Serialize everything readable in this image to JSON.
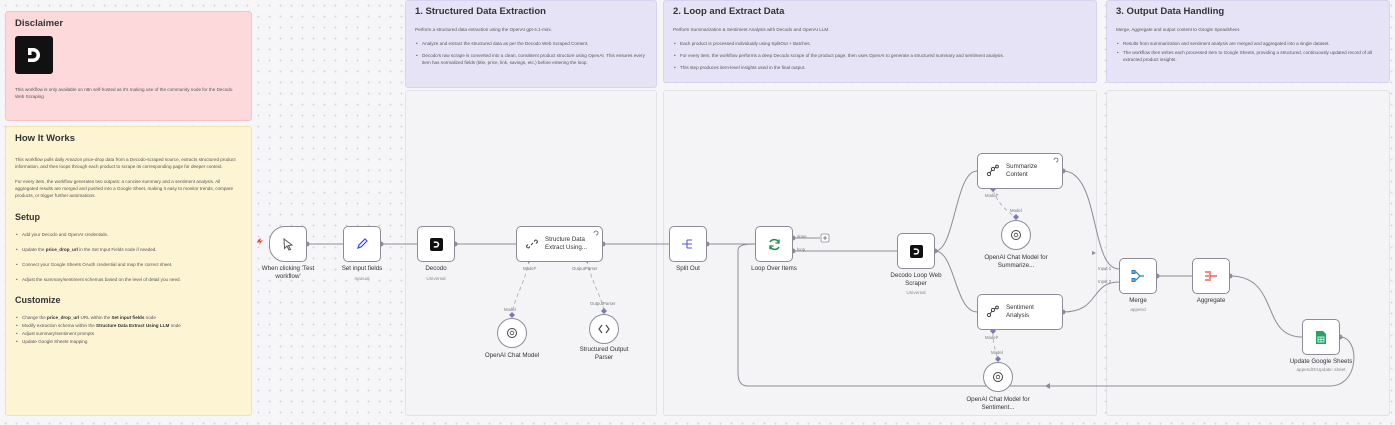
{
  "sticky_notes": {
    "disclaimer": {
      "title": "Disclaimer",
      "body": "This workflow is only available on n8n self-hosted as it's making use of the community node for the Decodo Web Scraping"
    },
    "how_it_works": {
      "title": "How It Works",
      "para1": "This workflow pulls daily Amazon price-drop data from a Decodo-scraped source, extracts structured product information, and then loops through each product to scrape its corresponding page for deeper context.",
      "para2": "For every item, the workflow generates two outputs: a concise summary and a sentiment analysis. All aggregated results are merged and pushed into a Google Sheet, making it easy to monitor trends, compare products, or trigger further automations.",
      "setup_title": "Setup",
      "setup": [
        {
          "pre": "Add your Decodo and OpenAI credentials.",
          "bold": "",
          "post": ""
        },
        {
          "pre": "Update the ",
          "bold": "price_drop_url",
          "post": " in the Set Input Fields node if needed."
        },
        {
          "pre": "Connect your Google Sheets OAuth credential and map the correct sheet.",
          "bold": "",
          "post": ""
        },
        {
          "pre": "Adjust the summary/sentiment schemas based on the level of detail you need.",
          "bold": "",
          "post": ""
        }
      ],
      "customize_title": "Customize",
      "customize": [
        {
          "pre": "Change the ",
          "b1": "price_drop_url",
          "mid": " URL within the ",
          "b2": "Set input fields",
          "post": " node"
        },
        {
          "pre": "Modify extraction schema within the ",
          "b1": "Structure Data Extract Using LLM",
          "mid": "",
          "b2": "",
          "post": " node"
        },
        {
          "pre": "Adjust summary/sentiment prompts",
          "b1": "",
          "mid": "",
          "b2": "",
          "post": ""
        },
        {
          "pre": "Update Google Sheets mapping",
          "b1": "",
          "mid": "",
          "b2": "",
          "post": ""
        }
      ]
    },
    "section1": {
      "title": "1. Structured Data Extraction",
      "intro": "Perform a structured data extraction using the OpenAI gpt-4.1-mini.",
      "bullets": [
        "Analyze and extract the structured data as per the Decodo Web Scraped Content.",
        "Decodo's raw scrape is converted into a clean, consistent product structure using OpenAI. This ensures every item has normalized fields (title, price, link, savings, etc.) before entering the loop."
      ]
    },
    "section2": {
      "title": "2. Loop and Extract Data",
      "intro": "Perform Summarization & Sentiment Analysis with Decodo and OpenAI LLM.",
      "bullets": [
        "Each product is processed individually using SplitOut + Batches.",
        "For every item, the workflow performs a deep Decodo scrape of the product page, then uses OpenAI to generate a structured summary and sentiment analysis.",
        "This step produces item-level insights used in the final output."
      ]
    },
    "section3": {
      "title": "3. Output Data Handling",
      "intro": "Merge, Aggregate and output content to Google Speadsheet.",
      "bullets": [
        "Results from summarization and sentiment analysis are merged and aggregated into a single dataset.",
        "The workflow then writes each processed item to Google Sheets, providing a structured, continuously updated record of all extracted product insights."
      ]
    }
  },
  "nodes": {
    "trigger": {
      "label": "When clicking 'Test workflow'"
    },
    "set_input": {
      "label": "Set input fields",
      "sub": "manual"
    },
    "decodo": {
      "label": "Decodo",
      "sub": "Universal"
    },
    "structure": {
      "label": "Structure Data Extract Using..."
    },
    "openai_main": {
      "label": "OpenAI Chat Model"
    },
    "output_parser": {
      "label": "Structured Output Parser"
    },
    "split_out": {
      "label": "Split Out"
    },
    "loop": {
      "label": "Loop Over Items"
    },
    "decodo_loop": {
      "label": "Decodo Loop Web Scraper",
      "sub": "Universal"
    },
    "summarize": {
      "label": "Summarize Content"
    },
    "openai_summarize": {
      "label": "OpenAI Chat Model for Summarize..."
    },
    "sentiment": {
      "label": "Sentiment Analysis"
    },
    "openai_sentiment": {
      "label": "OpenAI Chat Model for Sentiment..."
    },
    "merge": {
      "label": "Merge",
      "sub": "append"
    },
    "aggregate": {
      "label": "Aggregate"
    },
    "sheets": {
      "label": "Update Google Sheets",
      "sub": "appendOrUpdate: sheet"
    }
  },
  "ports": {
    "model_req": "Model*",
    "output_parser": "OutputParser",
    "model": "Model",
    "done": "done",
    "loop": "loop",
    "input1": "Input 1",
    "input2": "Input 2"
  },
  "colors": {
    "accent": "#6b6bd6",
    "wire": "#8c8c96",
    "sheets_green": "#21a464",
    "aggregate_red": "#e8493d",
    "loop_green": "#1f8a4c"
  }
}
